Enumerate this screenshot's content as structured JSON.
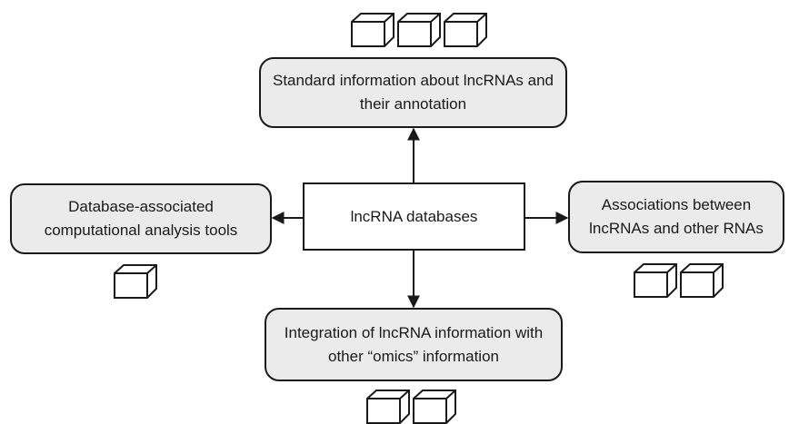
{
  "center": {
    "label": "lncRNA databases"
  },
  "top": {
    "line1": "Standard information about lncRNAs and",
    "line2": "their annotation",
    "cube_count": 3
  },
  "left": {
    "line1": "Database-associated",
    "line2": "computational analysis tools",
    "cube_count": 1
  },
  "right": {
    "line1": "Associations between",
    "line2": "lncRNAs and other RNAs",
    "cube_count": 2
  },
  "bottom": {
    "line1": "Integration of lncRNA information with",
    "line2": "other “omics” information",
    "cube_count": 2
  }
}
